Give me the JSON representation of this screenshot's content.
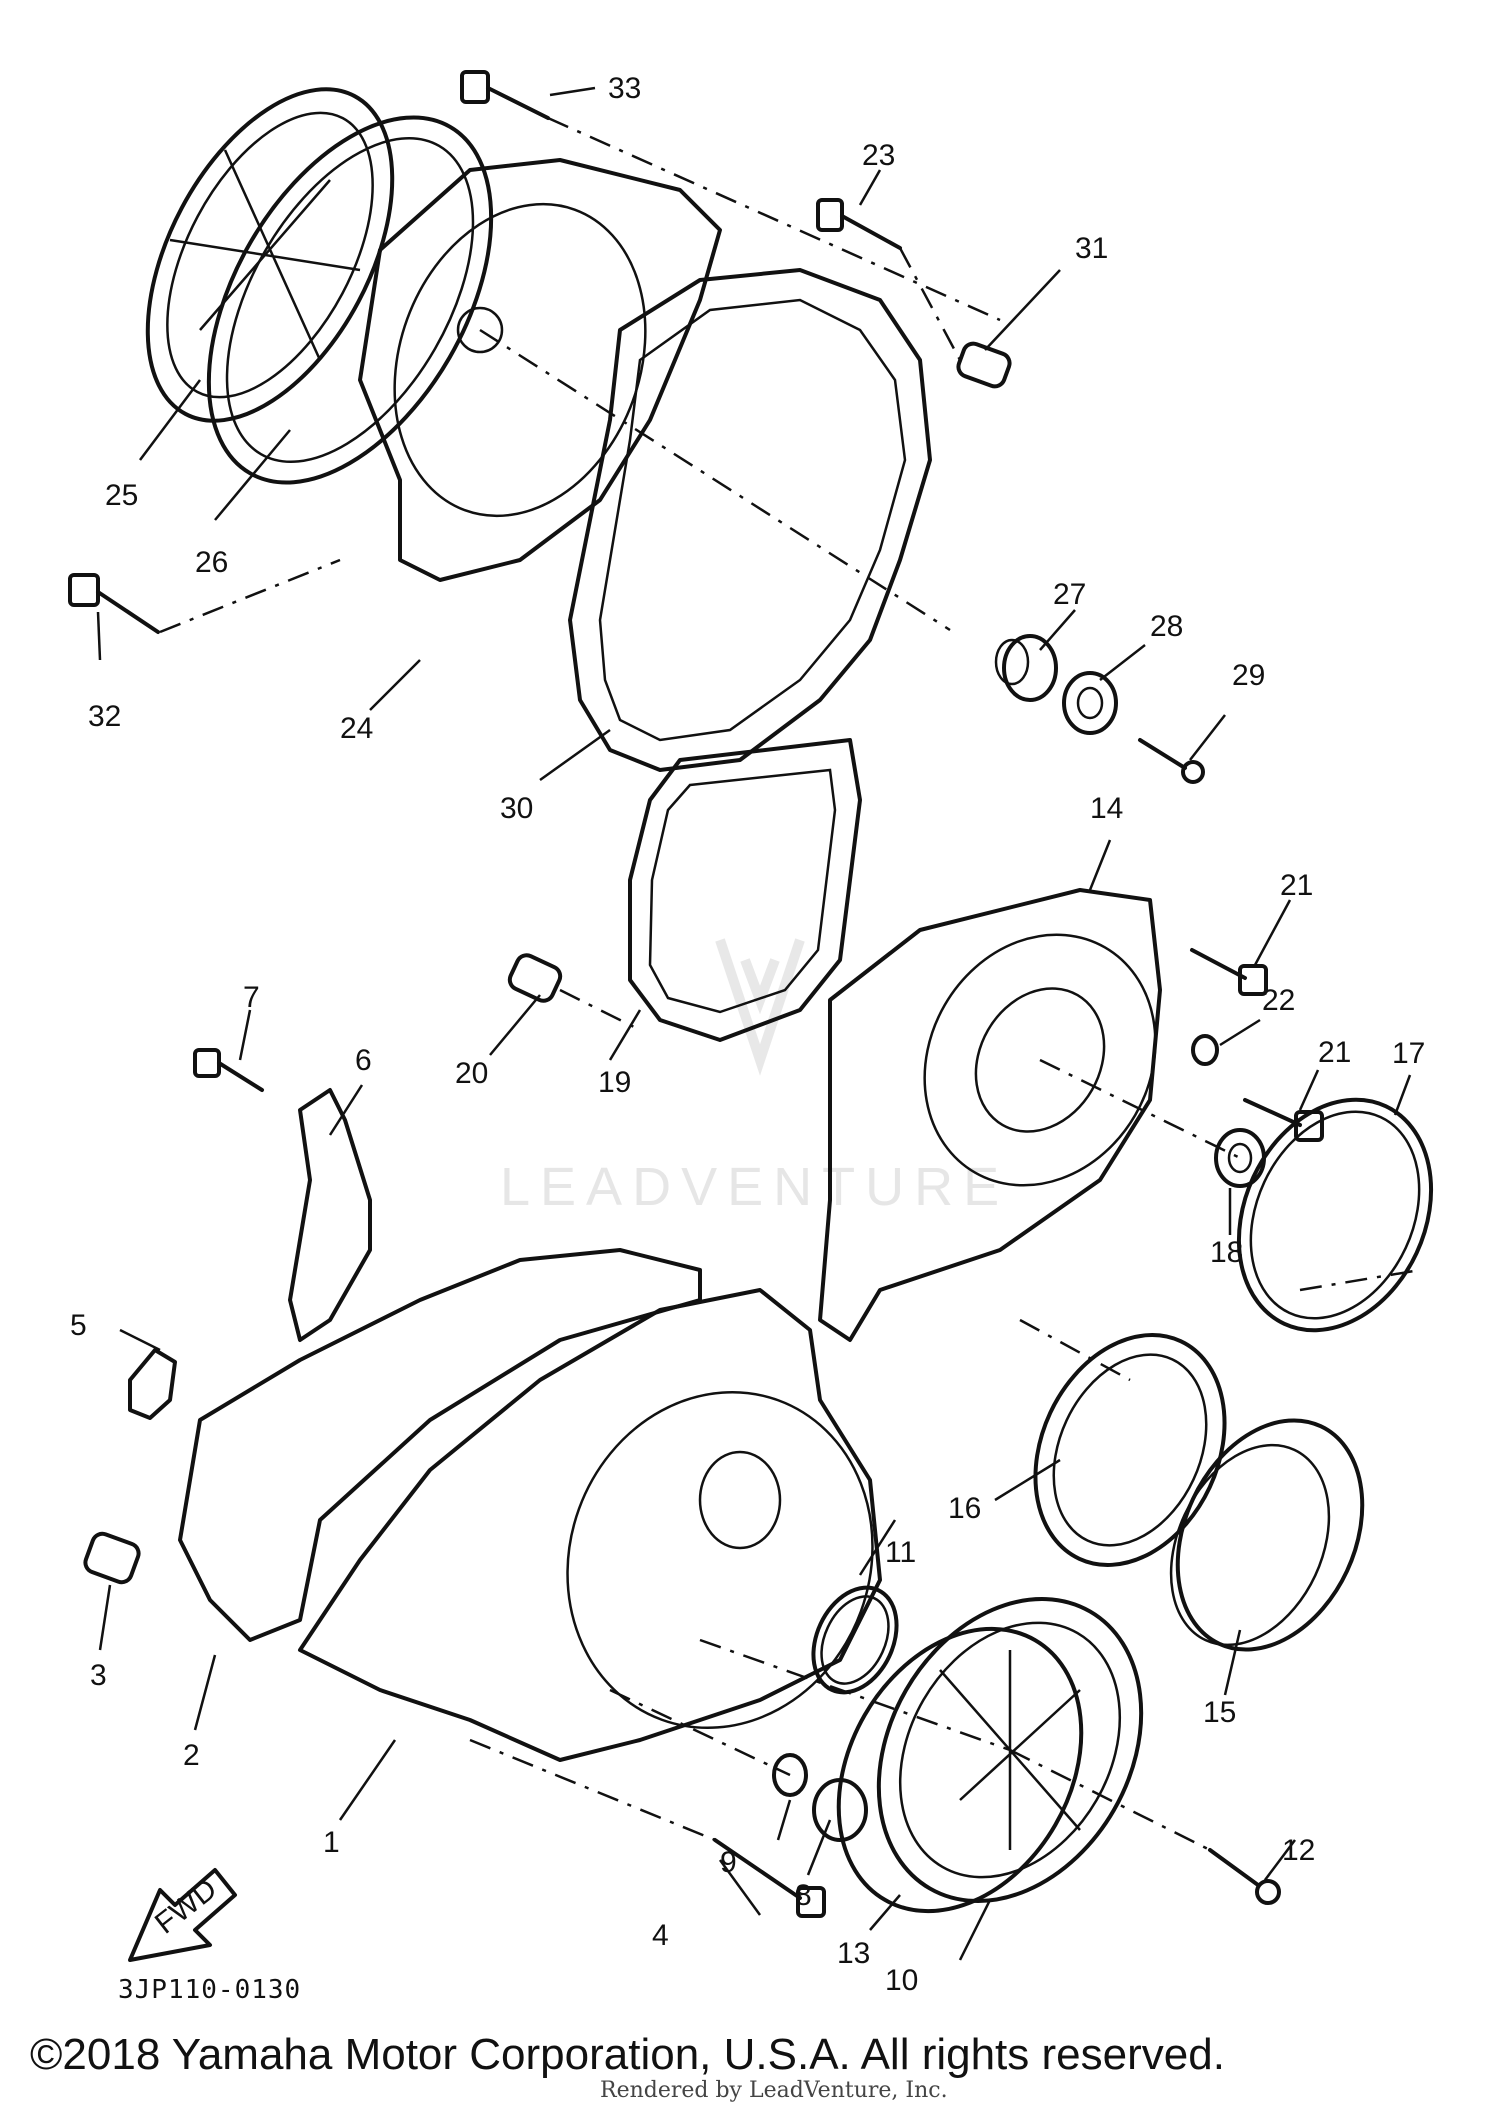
{
  "diagram": {
    "code": "3JP110-0130",
    "direction_label": "FWD",
    "watermark": "LEADVENTURE",
    "callouts": [
      "1",
      "2",
      "3",
      "4",
      "5",
      "6",
      "7",
      "8",
      "9",
      "10",
      "11",
      "12",
      "13",
      "14",
      "15",
      "16",
      "17",
      "18",
      "19",
      "20",
      "21",
      "21",
      "22",
      "23",
      "24",
      "25",
      "26",
      "27",
      "28",
      "29",
      "30",
      "31",
      "32",
      "33"
    ]
  },
  "footer": {
    "copyright": "©2018 Yamaha Motor Corporation, U.S.A. All rights reserved.",
    "rendered_by": "Rendered by LeadVenture, Inc."
  }
}
